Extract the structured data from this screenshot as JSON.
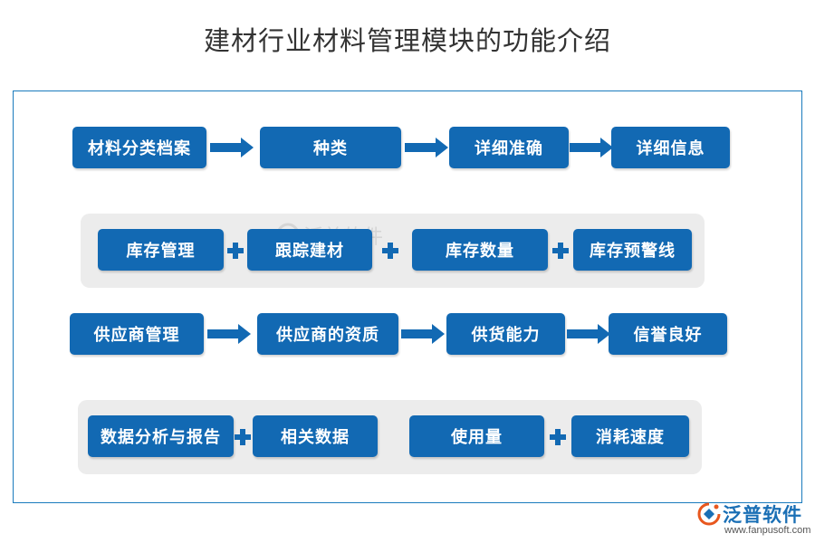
{
  "title": "建材行业材料管理模块的功能介绍",
  "colors": {
    "box": "#1269b3",
    "arrow": "#1269b3",
    "panel": "#ececec",
    "frame": "#1a7bbd"
  },
  "rows": [
    {
      "items": [
        "材料分类档案",
        "种类",
        "详细准确",
        "详细信息"
      ],
      "connector": "arrow"
    },
    {
      "items": [
        "库存管理",
        "跟踪建材",
        "库存数量",
        "库存预警线"
      ],
      "connector": "plus"
    },
    {
      "items": [
        "供应商管理",
        "供应商的资质",
        "供货能力",
        "信誉良好"
      ],
      "connector": "arrow"
    },
    {
      "items": [
        "数据分析与报告",
        "相关数据",
        "使用量",
        "消耗速度"
      ],
      "connector": "plus"
    }
  ],
  "watermark": {
    "text": "泛普软件",
    "icon": "fanpu-logo-icon"
  },
  "logo": {
    "text": "泛普软件",
    "url": "www.fanpusoft.com",
    "icon": "fanpu-logo-icon"
  }
}
